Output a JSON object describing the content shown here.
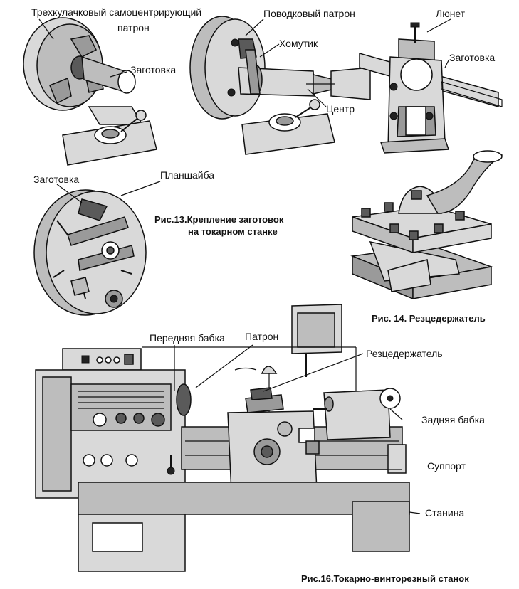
{
  "fig13": {
    "chuck3": "Трехкулачковый самоцентрирующий",
    "chuck3_cont": "патрон",
    "workpiece_a": "Заготовка",
    "drive_chuck": "Поводковый патрон",
    "clamp": "Хомутик",
    "center": "Центр",
    "steady": "Люнет",
    "workpiece_b": "Заготовка",
    "workpiece_c": "Заготовка",
    "faceplate": "Планшайба",
    "caption_line1": "Рис.13.Крепление заготовок",
    "caption_line2": "на токарном станке"
  },
  "fig14": {
    "caption": "Рис. 14. Резцедержатель"
  },
  "fig16": {
    "headstock": "Передняя бабка",
    "chuck": "Патрон",
    "toolholder": "Резцедержатель",
    "tailstock": "Задняя бабка",
    "carriage": "Суппорт",
    "bed": "Станина",
    "caption": "Рис.16.Токарно-винторезный станок"
  }
}
